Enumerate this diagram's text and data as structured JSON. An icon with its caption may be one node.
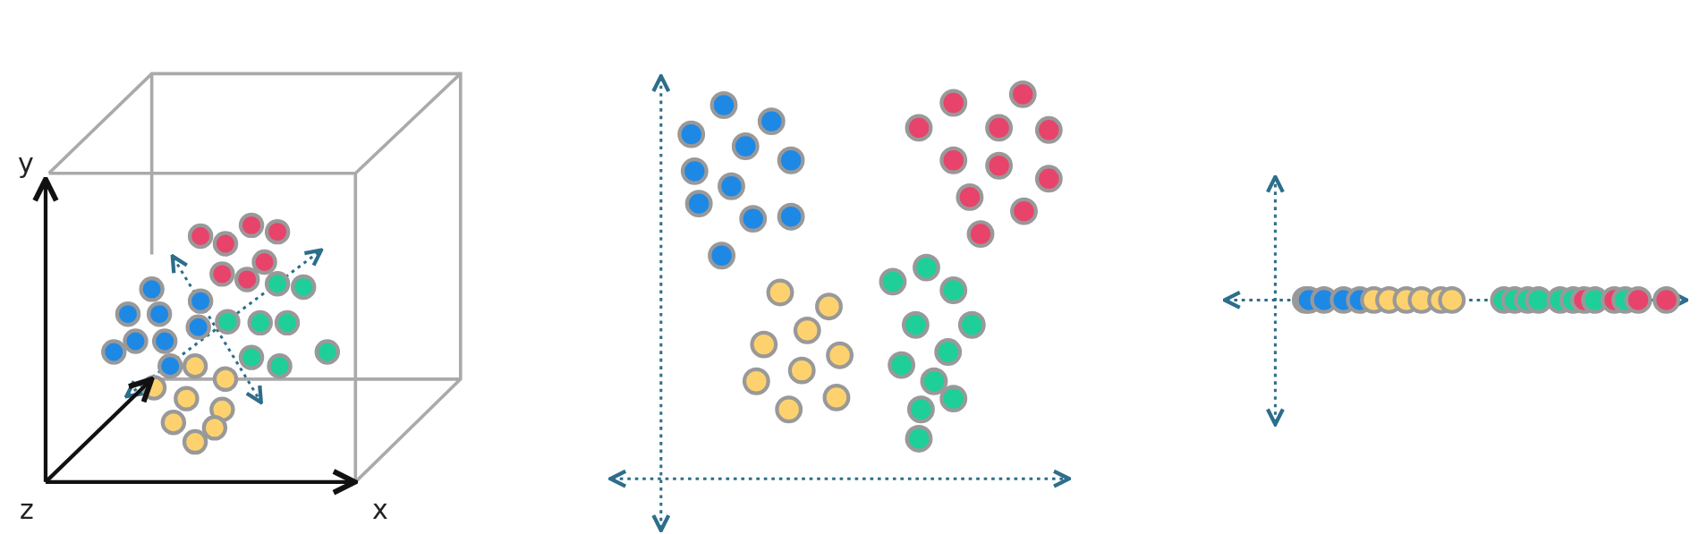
{
  "diagram": {
    "labels": [
      "y",
      "z",
      "x"
    ]
  }
}
